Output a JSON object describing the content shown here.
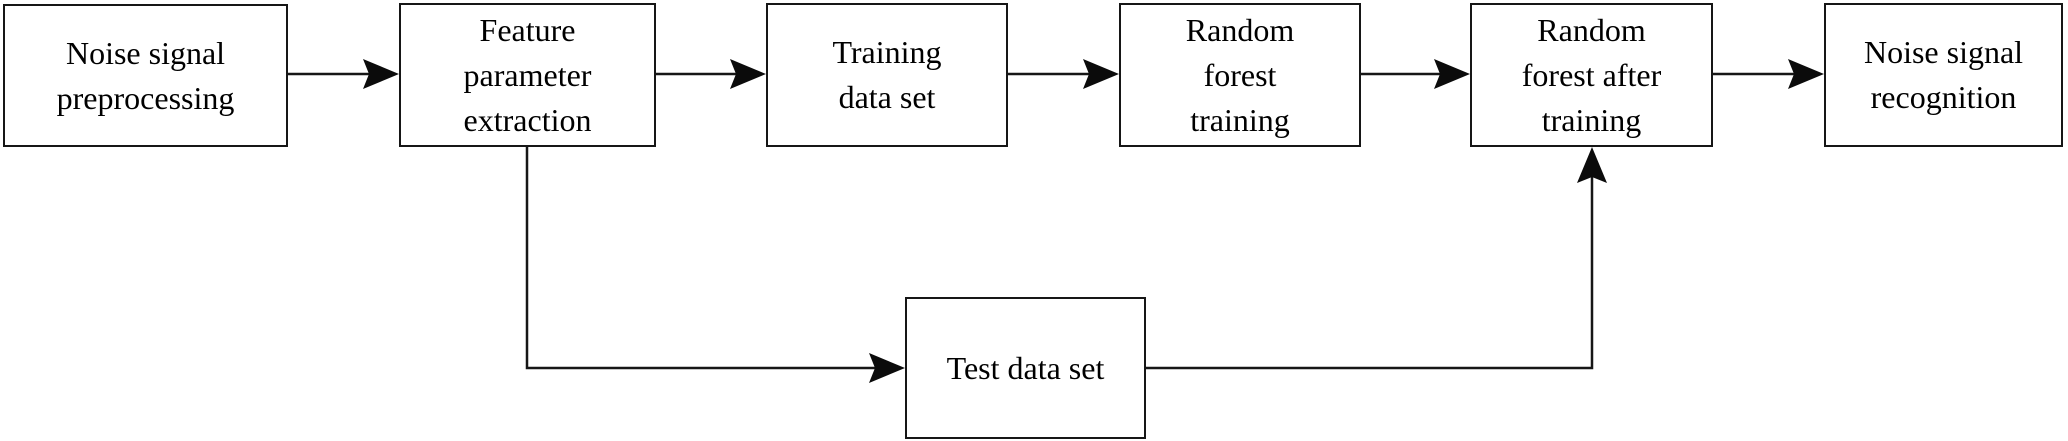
{
  "diagram": {
    "type": "flowchart",
    "nodes": [
      {
        "id": "noise-signal-preprocessing",
        "label": "Noise signal preprocessing",
        "lines": [
          "Noise signal",
          "preprocessing"
        ]
      },
      {
        "id": "feature-parameter-extraction",
        "label": "Feature parameter extraction",
        "lines": [
          "Feature",
          "parameter",
          "extraction"
        ]
      },
      {
        "id": "training-data-set",
        "label": "Training data set",
        "lines": [
          "Training",
          "data set"
        ]
      },
      {
        "id": "random-forest-training",
        "label": "Random forest training",
        "lines": [
          "Random",
          "forest",
          "training"
        ]
      },
      {
        "id": "random-forest-after-training",
        "label": "Random forest after training",
        "lines": [
          "Random",
          "forest after",
          "training"
        ]
      },
      {
        "id": "noise-signal-recognition",
        "label": "Noise signal recognition",
        "lines": [
          "Noise signal",
          "recognition"
        ]
      },
      {
        "id": "test-data-set",
        "label": "Test data set",
        "lines": [
          "Test data set"
        ]
      }
    ],
    "edges": [
      {
        "from": "noise-signal-preprocessing",
        "to": "feature-parameter-extraction",
        "style": "straight-arrow"
      },
      {
        "from": "feature-parameter-extraction",
        "to": "training-data-set",
        "style": "straight-arrow"
      },
      {
        "from": "training-data-set",
        "to": "random-forest-training",
        "style": "straight-arrow"
      },
      {
        "from": "random-forest-training",
        "to": "random-forest-after-training",
        "style": "straight-arrow"
      },
      {
        "from": "random-forest-after-training",
        "to": "noise-signal-recognition",
        "style": "straight-arrow"
      },
      {
        "from": "feature-parameter-extraction",
        "to": "test-data-set",
        "style": "elbow-down-right-arrow"
      },
      {
        "from": "test-data-set",
        "to": "random-forest-after-training",
        "style": "elbow-right-up-arrow"
      }
    ],
    "colors": {
      "stroke": "#161616",
      "text": "#000000",
      "background": "#ffffff"
    }
  }
}
